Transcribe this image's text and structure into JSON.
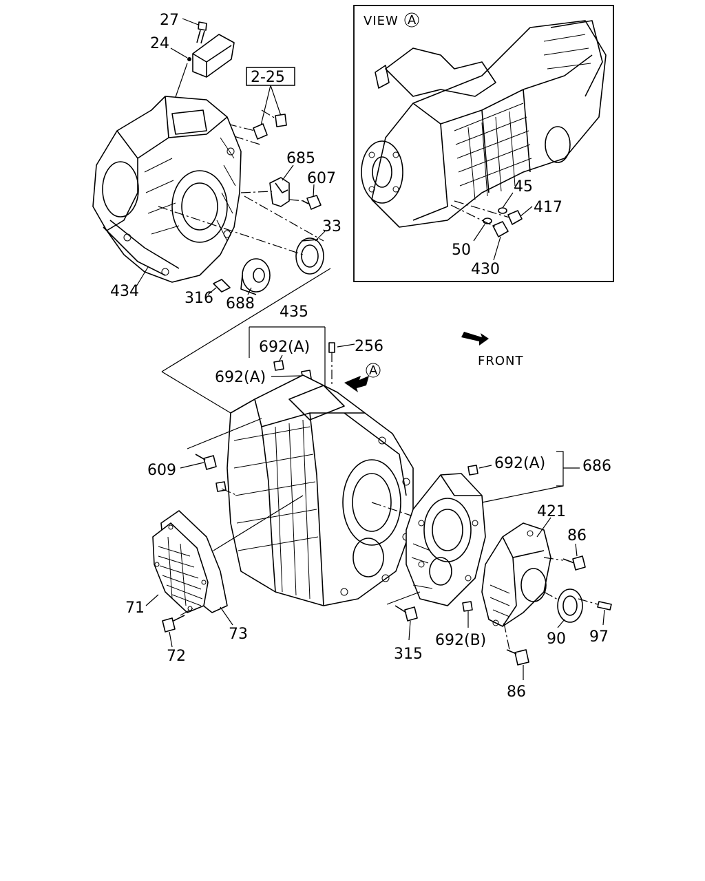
{
  "inset": {
    "title": "VIEW",
    "marker": "A"
  },
  "front_label": "FRONT",
  "view_marker": "A",
  "labels": {
    "p27": "27",
    "p24": "24",
    "p2_25": "2-25",
    "p685": "685",
    "p607": "607",
    "p33": "33",
    "p434": "434",
    "p316": "316",
    "p688": "688",
    "p435": "435",
    "p692a_1": "692(A)",
    "p692a_2": "692(A)",
    "p256": "256",
    "p609": "609",
    "p692a_3": "692(A)",
    "p686": "686",
    "p421": "421",
    "p86_1": "86",
    "p71": "71",
    "p73": "73",
    "p72": "72",
    "p315": "315",
    "p692b": "692(B)",
    "p90": "90",
    "p97": "97",
    "p86_2": "86",
    "p45": "45",
    "p417": "417",
    "p50": "50",
    "p430": "430"
  }
}
